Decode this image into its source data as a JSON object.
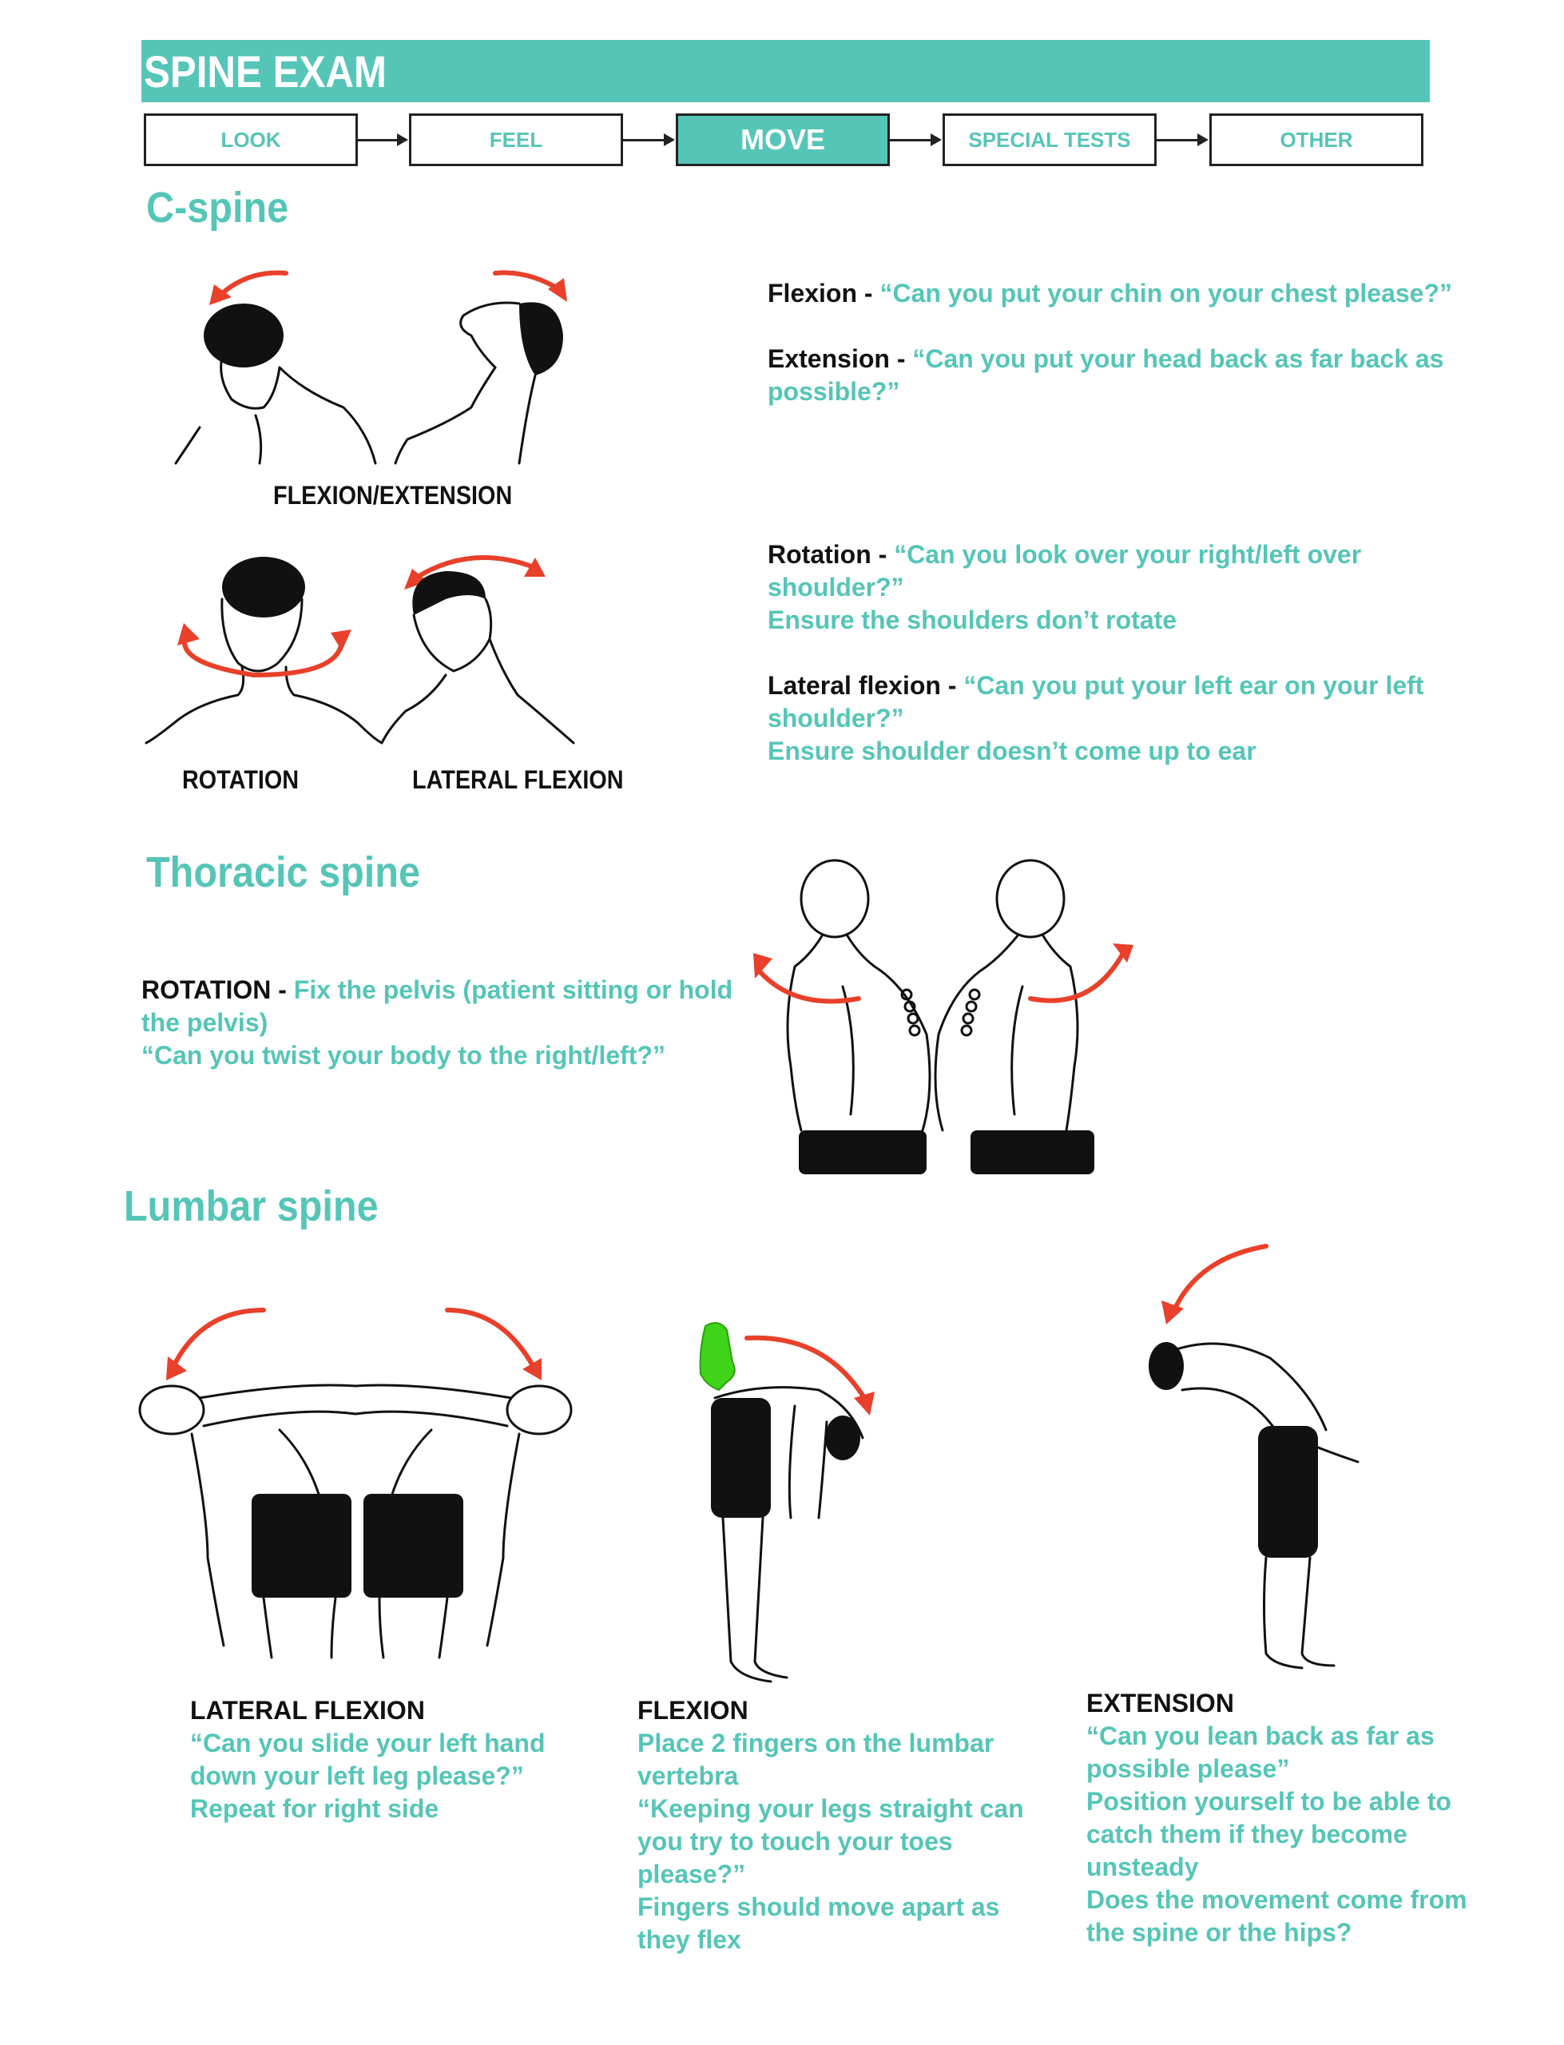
{
  "header": {
    "title": "SPINE EXAM"
  },
  "steps": [
    {
      "label": "LOOK",
      "active": false
    },
    {
      "label": "FEEL",
      "active": false
    },
    {
      "label": "MOVE",
      "active": true
    },
    {
      "label": "SPECIAL TESTS",
      "active": false
    },
    {
      "label": "OTHER",
      "active": false
    }
  ],
  "cspine": {
    "title": "C-spine",
    "captions": {
      "flex_ext": "FLEXION/EXTENSION",
      "rotation": "ROTATION",
      "lateral": "LATERAL FLEXION"
    },
    "flexion": {
      "key": "Flexion - ",
      "text": "“Can you put your chin on your chest please?”"
    },
    "extension": {
      "key": "Extension - ",
      "line1": "“Can you put your head back as far back as",
      "line2": "possible?”"
    },
    "rotation": {
      "key": "Rotation - ",
      "line1": "“Can you look over your right/left over",
      "line2": "shoulder?”",
      "line3": "Ensure the shoulders don’t rotate"
    },
    "lateral": {
      "key": "Lateral flexion - ",
      "line1": "“Can you put your left ear on your left",
      "line2": "shoulder?”",
      "line3": "Ensure shoulder doesn’t come up to ear"
    }
  },
  "thoracic": {
    "title": "Thoracic spine",
    "key": "ROTATION - ",
    "line1": "Fix the pelvis (patient sitting or hold",
    "line2": "the pelvis)",
    "line3": "“Can you twist your body to the right/left?”"
  },
  "lumbar": {
    "title": "Lumbar spine",
    "lateral": {
      "title": "LATERAL FLEXION",
      "lines": [
        "“Can you slide your left hand",
        "down your left leg please?”",
        "Repeat for right side"
      ]
    },
    "flexion": {
      "title": "FLEXION",
      "lines": [
        "Place 2 fingers on the lumbar",
        "vertebra",
        "“Keeping your legs straight can",
        "you try to touch your toes",
        "please?”",
        "Fingers should move apart as",
        "they flex"
      ]
    },
    "extension": {
      "title": "EXTENSION",
      "lines": [
        "“Can you lean back as far as",
        "possible please”",
        "Position yourself to be able to",
        "catch them if they become",
        "unsteady",
        "Does the movement come from",
        "the spine or the hips?"
      ]
    }
  },
  "colors": {
    "accent": "#55c5b7",
    "arrow": "#e8402a",
    "ink": "#111111",
    "finger": "#3fd41a"
  },
  "icons": [
    "right-arrow-icon",
    "curved-arrow-icon",
    "finger-marker-icon"
  ]
}
